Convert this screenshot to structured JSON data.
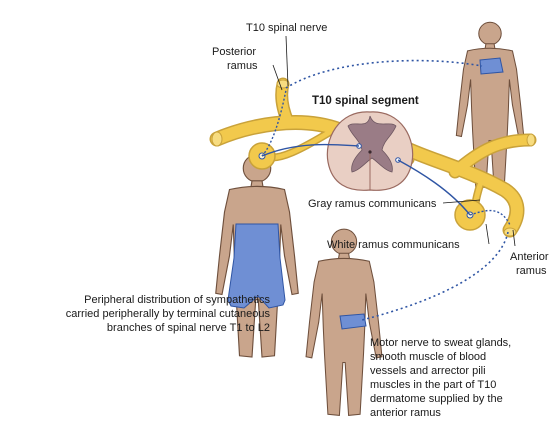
{
  "diagram": {
    "title": "T10 spinal segment",
    "labels": {
      "t10_spinal_nerve": "T10 spinal nerve",
      "posterior_ramus": [
        "Posterior",
        "ramus"
      ],
      "gray_ramus": "Gray ramus communicans",
      "white_ramus": "White ramus communicans",
      "anterior_ramus": [
        "Anterior",
        "ramus"
      ],
      "peripheral_distribution": [
        "Peripheral distribution of sympathetics",
        "carried peripherally by terminal cutaneous",
        "branches of spinal nerve T1 to L2"
      ],
      "motor_nerve": [
        "Motor nerve to sweat glands,",
        "smooth muscle of blood",
        "vessels and arrector pili",
        "muscles in the part of T10",
        "dermatome supplied by the",
        "anterior ramus"
      ]
    },
    "colors": {
      "nerve": "#f2c94c",
      "nerve_outline": "#c9a23a",
      "cord": "#e9cfc4",
      "gray_matter": "#9a7c86",
      "skin": "#c9a58c",
      "skin_outline": "#6e4f3c",
      "region": "#6f8fd4",
      "fiber": "#2f55a4"
    }
  }
}
